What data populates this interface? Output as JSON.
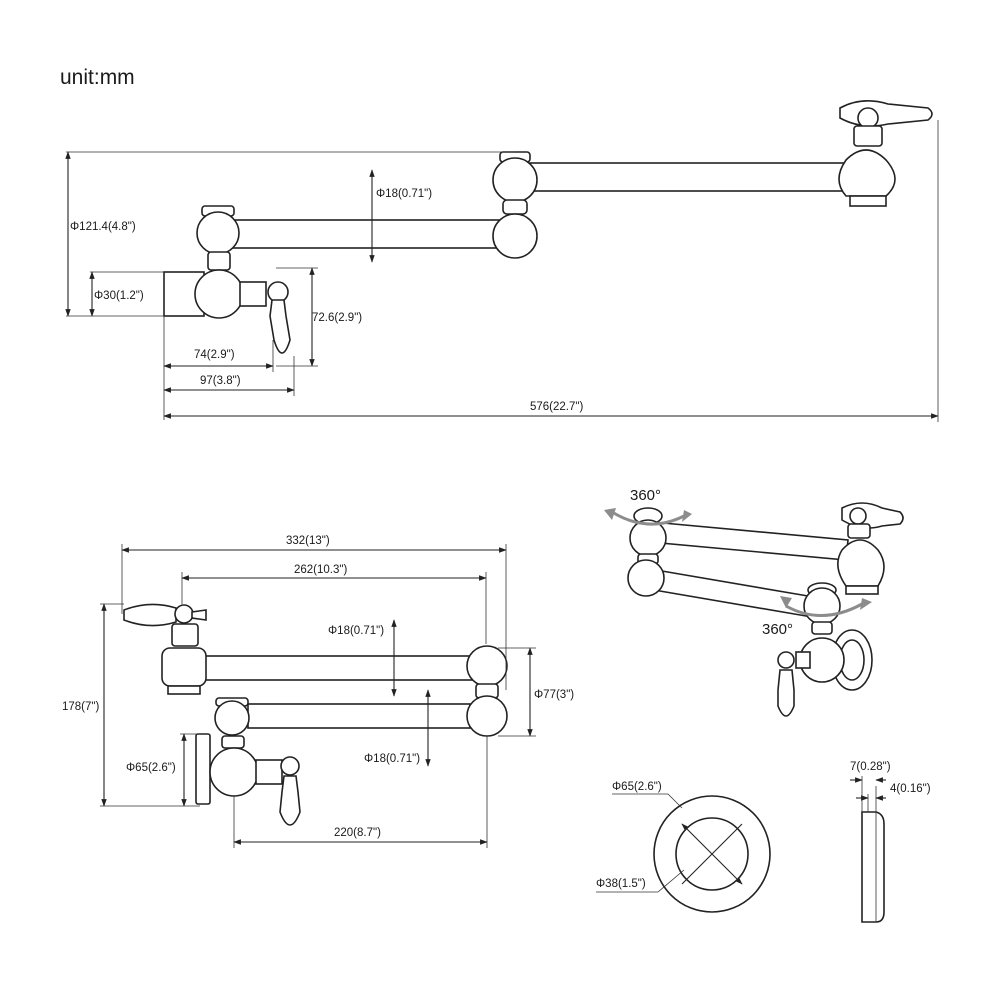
{
  "unit_label": "unit:mm",
  "top_view": {
    "dia_121": "Φ121.4(4.8\")",
    "dia_18": "Φ18(0.71\")",
    "dia_30": "Φ30(1.2\")",
    "h_72": "72.6(2.9\")",
    "w_74": "74(2.9\")",
    "w_97": "97(3.8\")",
    "w_576": "576(22.7\")"
  },
  "front_view": {
    "w_332": "332(13\")",
    "w_262": "262(10.3\")",
    "dia_18_upper": "Φ18(0.71\")",
    "dia_18_lower": "Φ18(0.71\")",
    "h_178": "178(7\")",
    "dia_77": "Φ77(3\")",
    "dia_65": "Φ65(2.6\")",
    "w_220": "220(8.7\")"
  },
  "iso_view": {
    "rotate_top": "360°",
    "rotate_bottom": "360°"
  },
  "flange_view": {
    "outer_dia": "Φ65(2.6\")",
    "inner_dia": "Φ38(1.5\")",
    "thick_7": "7(0.28\")",
    "thick_4": "4(0.16\")"
  }
}
